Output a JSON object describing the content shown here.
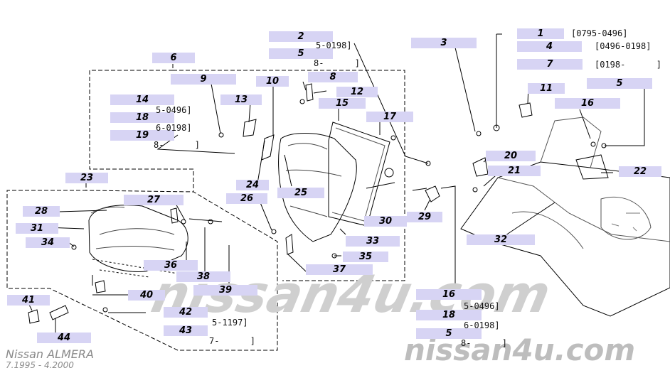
{
  "callouts": {
    "c1": "1",
    "c2": "2",
    "c3": "3",
    "c4": "4",
    "c5a": "5",
    "c5b": "5",
    "c5c": "5",
    "c6": "6",
    "c7": "7",
    "c8": "8",
    "c9": "9",
    "c10": "10",
    "c11": "11",
    "c12": "12",
    "c13": "13",
    "c14": "14",
    "c15": "15",
    "c16a": "16",
    "c16b": "16",
    "c17": "17",
    "c18a": "18",
    "c18b": "18",
    "c19": "19",
    "c20": "20",
    "c21": "21",
    "c22": "22",
    "c23": "23",
    "c24": "24",
    "c25": "25",
    "c26": "26",
    "c27": "27",
    "c28": "28",
    "c29": "29",
    "c30": "30",
    "c31": "31",
    "c32": "32",
    "c33": "33",
    "c34": "34",
    "c35": "35",
    "c36": "36",
    "c37": "37",
    "c38": "38",
    "c39": "39",
    "c40": "40",
    "c41": "41",
    "c42": "42",
    "c43": "43",
    "c44": "44"
  },
  "notes": {
    "n_0795": "[0795-0496]",
    "n_0496_0198": "[0496-0198]",
    "n_0198_open": "[0198-      ]",
    "n_5_0198": "5-0198]",
    "n_8_dash": "8-      ]",
    "n_5_0496_a": "5-0496]",
    "n_6_0198_a": "6-0198]",
    "n_8_dash_b": "8-      ]",
    "n_5_1197": "5-1197]",
    "n_7_dash": "7-      ]",
    "n_5_0496_b": "5-0496]",
    "n_6_0198_b": "6-0198]",
    "n_8_dash_c": "8-      ]"
  },
  "watermark": {
    "top": "nissan4u.com",
    "bottom": "nissan4u.com"
  },
  "footer": {
    "model": "Nissan  ALMERA",
    "years": "7.1995  -  4.2000"
  },
  "colors": {
    "callout_bg": "#d7d4f4",
    "line": "#000000",
    "watermark": "#cfcfcf"
  }
}
